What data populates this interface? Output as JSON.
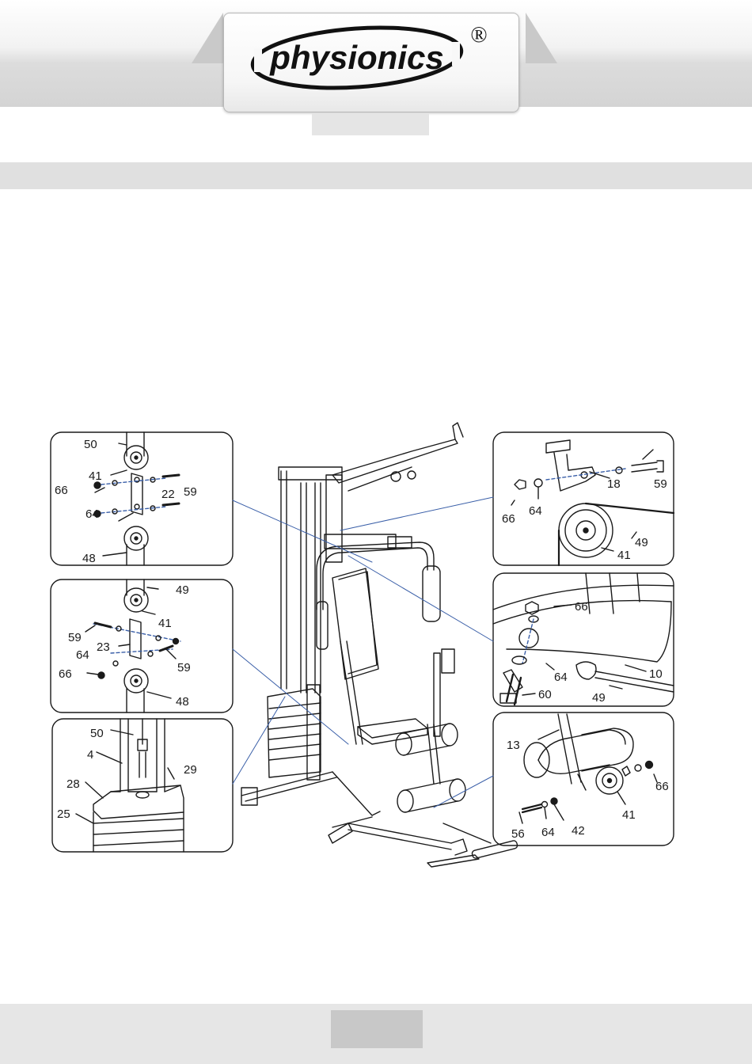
{
  "brand": {
    "name": "physionics",
    "trademark": "®"
  },
  "diagram": {
    "callouts": {
      "tl_50": "50",
      "tl_41": "41",
      "tl_66": "66",
      "tl_22": "22",
      "tl_59": "59",
      "tl_64": "64",
      "tl_48": "48",
      "ml_49": "49",
      "ml_41": "41",
      "ml_59a": "59",
      "ml_23": "23",
      "ml_64": "64",
      "ml_59b": "59",
      "ml_66": "66",
      "ml_48": "48",
      "bl_50": "50",
      "bl_4": "4",
      "bl_29": "29",
      "bl_28": "28",
      "bl_25": "25",
      "tr_18": "18",
      "tr_59": "59",
      "tr_66": "66",
      "tr_64": "64",
      "tr_49": "49",
      "tr_41": "41",
      "mr_66": "66",
      "mr_64": "64",
      "mr_10": "10",
      "mr_60": "60",
      "mr_49": "49",
      "br_13": "13",
      "br_66": "66",
      "br_41": "41",
      "br_56": "56",
      "br_64": "64",
      "br_42": "42"
    }
  },
  "colors": {
    "leader": "#3a5fa8",
    "line": "#1a1a1a"
  }
}
